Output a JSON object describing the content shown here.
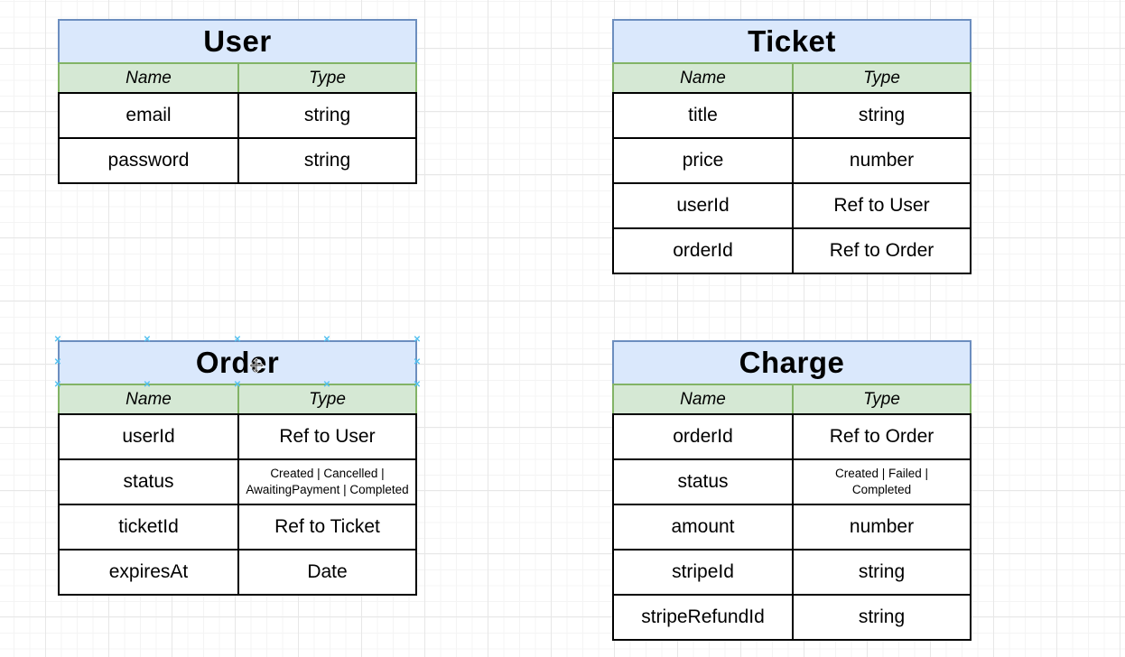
{
  "canvas": {
    "background": "#ffffff",
    "grid_minor_color": "#f4f4f4",
    "grid_major_color": "#e7e7e7"
  },
  "palette": {
    "title_fill": "#dae8fc",
    "title_border": "#6c8ebf",
    "header_fill": "#d5e8d4",
    "header_border": "#82b366",
    "row_fill": "#ffffff",
    "row_border": "#000000",
    "selection_handle_color": "#54c1f0"
  },
  "selection": {
    "selected_entity": "Order",
    "handle_glyph": "✕"
  },
  "entities": [
    {
      "title": "User",
      "columns": {
        "name": "Name",
        "type": "Type"
      },
      "fields": [
        {
          "name": "email",
          "type": "string"
        },
        {
          "name": "password",
          "type": "string"
        }
      ]
    },
    {
      "title": "Ticket",
      "columns": {
        "name": "Name",
        "type": "Type"
      },
      "fields": [
        {
          "name": "title",
          "type": "string"
        },
        {
          "name": "price",
          "type": "number"
        },
        {
          "name": "userId",
          "type": "Ref to User"
        },
        {
          "name": "orderId",
          "type": "Ref to Order"
        }
      ]
    },
    {
      "title": "Order",
      "columns": {
        "name": "Name",
        "type": "Type"
      },
      "fields": [
        {
          "name": "userId",
          "type": "Ref to User"
        },
        {
          "name": "status",
          "type": "Created | Cancelled |\nAwaitingPayment | Completed"
        },
        {
          "name": "ticketId",
          "type": "Ref to Ticket"
        },
        {
          "name": "expiresAt",
          "type": "Date"
        }
      ]
    },
    {
      "title": "Charge",
      "columns": {
        "name": "Name",
        "type": "Type"
      },
      "fields": [
        {
          "name": "orderId",
          "type": "Ref to Order"
        },
        {
          "name": "status",
          "type": "Created | Failed |\nCompleted"
        },
        {
          "name": "amount",
          "type": "number"
        },
        {
          "name": "stripeId",
          "type": "string"
        },
        {
          "name": "stripeRefundId",
          "type": "string"
        }
      ]
    }
  ]
}
